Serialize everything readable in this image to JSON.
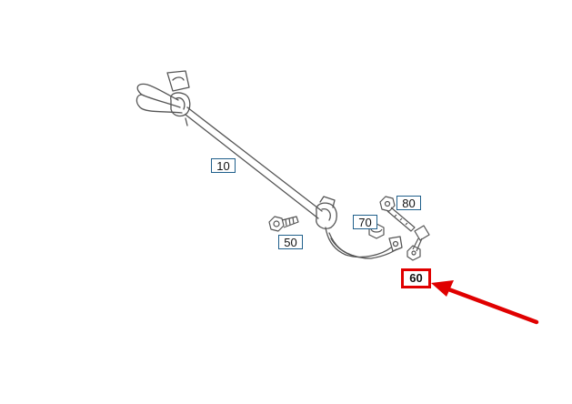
{
  "colors": {
    "line": "#555555",
    "label_border": "#1f5f8b",
    "highlight": "#e00000",
    "background": "#ffffff"
  },
  "parts": [
    {
      "id": "stabilizer-bar",
      "label": "10",
      "highlighted": false
    },
    {
      "id": "bolt-50",
      "label": "50",
      "highlighted": false
    },
    {
      "id": "nut-70",
      "label": "70",
      "highlighted": false
    },
    {
      "id": "bolt-80",
      "label": "80",
      "highlighted": false
    },
    {
      "id": "link-60",
      "label": "60",
      "highlighted": true
    }
  ],
  "annotation": {
    "type": "arrow",
    "color": "#e00000",
    "points_to": "60"
  }
}
